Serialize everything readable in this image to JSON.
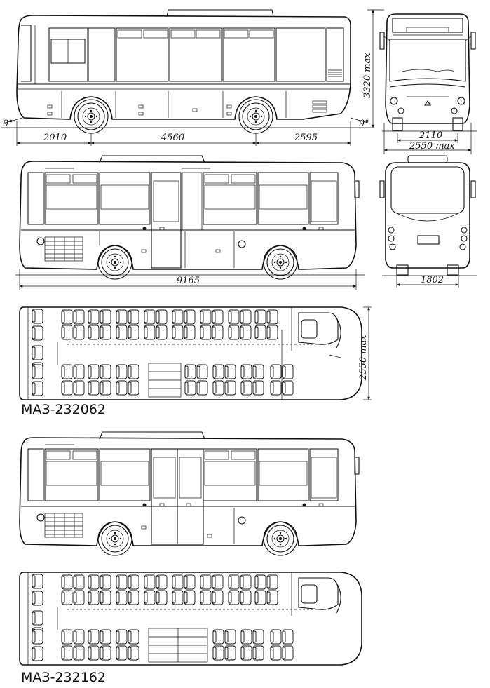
{
  "dimensions": {
    "front_overhang": "2010",
    "wheelbase": "4560",
    "rear_overhang": "2595",
    "height": "3320 max",
    "front_track": "2110",
    "width": "2550 max",
    "overall_length": "9165",
    "rear_track": "1802",
    "plan_width": "2550 max",
    "approach_angle": "9°",
    "departure_angle": "9°"
  },
  "models": {
    "first": "МАЗ-232062",
    "second": "МАЗ-232162"
  }
}
